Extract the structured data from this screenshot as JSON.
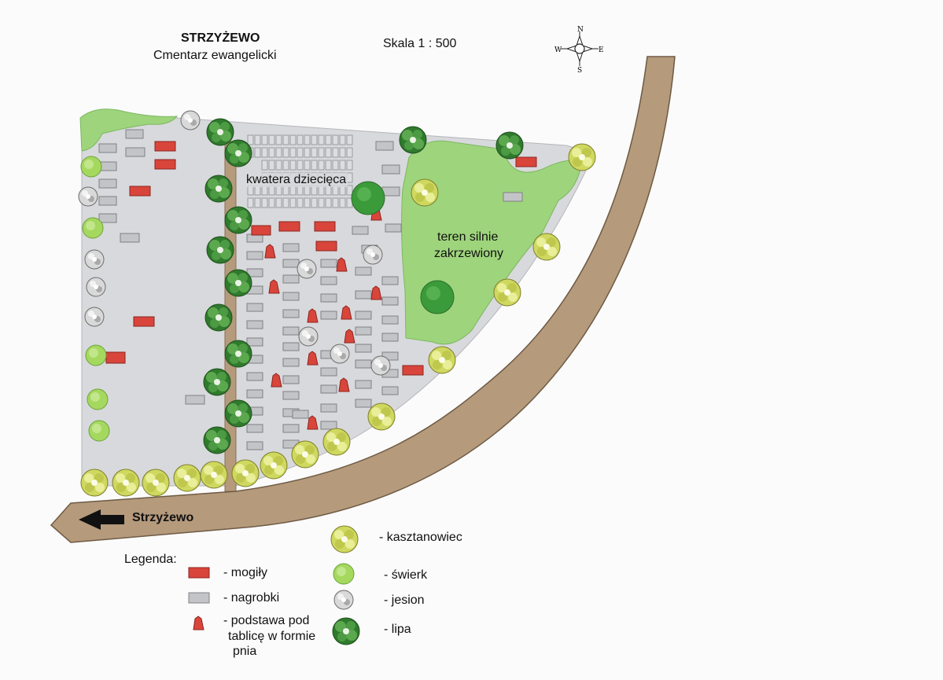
{
  "header": {
    "title": "STRZYŻEWO",
    "subtitle": "Cmentarz ewangelicki",
    "scale": "Skala  1 : 500"
  },
  "compass": {
    "n": "N",
    "s": "S",
    "w": "W",
    "e": "E"
  },
  "areas": {
    "children_section": "kwatera dziecięca",
    "overgrown_line1": "teren silnie",
    "overgrown_line2": "zakrzewiony"
  },
  "road": {
    "direction_label": "Strzyżewo"
  },
  "legend": {
    "title": "Legenda:",
    "graves": "- mogiły",
    "tombstones": "- nagrobki",
    "stump_line1": "- podstawa pod",
    "stump_line2": "tablicę w formie",
    "stump_line3": "pnia",
    "chestnut": "- kasztanowiec",
    "spruce": "- świerk",
    "ash": "- jesion",
    "linden": "- lipa"
  },
  "colors": {
    "cemetery_ground": "#d8d9dc",
    "grass": "#9ed47c",
    "road": "#b59a7c",
    "grave": "#d9453b",
    "tombstone": "#c3c4c7",
    "chestnut": "#d8e070",
    "spruce": "#a5d85e",
    "ash": "#d9d9d9",
    "linden": "#3e8b3a"
  }
}
